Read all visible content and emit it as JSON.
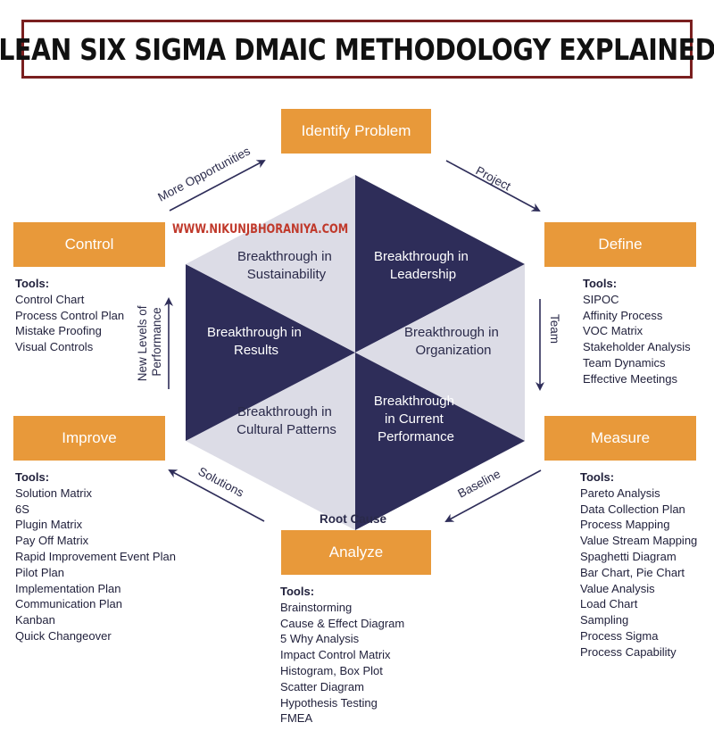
{
  "title": "LEAN SIX SIGMA DMAIC METHODOLOGY EXPLAINED",
  "watermark": "WWW.NIKUNJBHORANIYA.COM",
  "colors": {
    "orange": "#e8993a",
    "navy": "#2e2d59",
    "light_gray": "#dcdce6",
    "title_border": "#7a1f1f",
    "watermark": "#c0392b"
  },
  "phases": {
    "identify": {
      "label": "Identify Problem"
    },
    "define": {
      "label": "Define",
      "tools_heading": "Tools:",
      "tools": [
        "SIPOC",
        "Affinity Process",
        "VOC Matrix",
        "Stakeholder Analysis",
        "Team Dynamics",
        "Effective Meetings"
      ]
    },
    "measure": {
      "label": "Measure",
      "tools_heading": "Tools:",
      "tools": [
        "Pareto Analysis",
        "Data Collection Plan",
        "Process Mapping",
        "Value Stream Mapping",
        "Spaghetti Diagram",
        "Bar Chart, Pie Chart",
        "Value Analysis",
        "Load Chart",
        "Sampling",
        "Process Sigma",
        "Process Capability"
      ]
    },
    "analyze": {
      "label": "Analyze",
      "tools_heading": "Tools:",
      "tools": [
        "Brainstorming",
        "Cause & Effect Diagram",
        "5 Why Analysis",
        "Impact Control Matrix",
        "Histogram, Box Plot",
        "Scatter Diagram",
        "Hypothesis Testing",
        "FMEA"
      ]
    },
    "improve": {
      "label": "Improve",
      "tools_heading": "Tools:",
      "tools": [
        "Solution Matrix",
        "6S",
        "Plugin Matrix",
        "Pay Off Matrix",
        "Rapid Improvement Event Plan",
        "Pilot Plan",
        "Implementation Plan",
        "Communication Plan",
        "Kanban",
        "Quick Changeover"
      ]
    },
    "control": {
      "label": "Control",
      "tools_heading": "Tools:",
      "tools": [
        "Control Chart",
        "Process Control Plan",
        "Mistake Proofing",
        "Visual Controls"
      ]
    }
  },
  "arrows": {
    "project": "Project",
    "team": "Team",
    "baseline": "Baseline",
    "root_cause": "Root Cause",
    "solutions": "Solutions",
    "new_levels_line1": "New Levels of",
    "new_levels_line2": "Performance",
    "more_opportunities": "More Opportunities"
  },
  "hexagon": {
    "leadership": [
      "Breakthrough in",
      "Leadership"
    ],
    "organization": [
      "Breakthrough in",
      "Organization"
    ],
    "performance": [
      "Breakthrough",
      "in Current",
      "Performance"
    ],
    "cultural": [
      "Breakthrough in",
      "Cultural Patterns"
    ],
    "results": [
      "Breakthrough in",
      "Results"
    ],
    "sustainability": [
      "Breakthrough in",
      "Sustainability"
    ]
  }
}
